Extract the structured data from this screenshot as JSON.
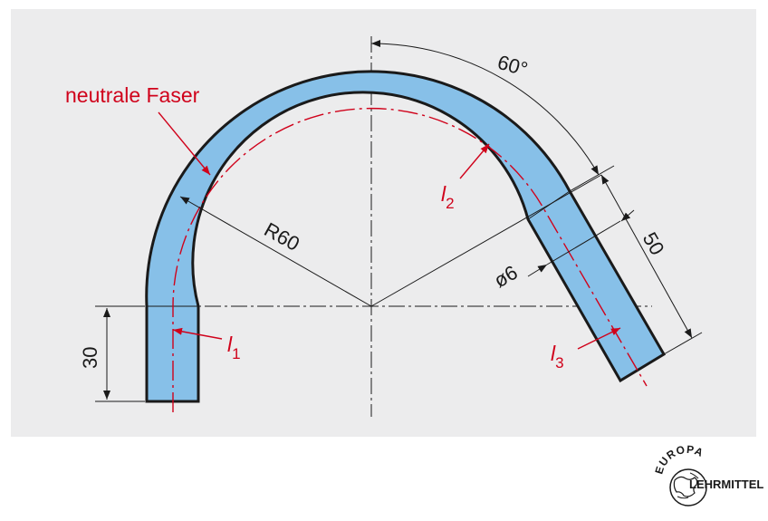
{
  "diagram": {
    "label_fiber": "neutrale Faser",
    "label_radius": "R60",
    "label_angle": "60°",
    "label_length_50": "50",
    "label_length_30": "30",
    "label_diameter": "ø6",
    "l1": {
      "letter": "l",
      "sub": "1"
    },
    "l2": {
      "letter": "l",
      "sub": "2"
    },
    "l3": {
      "letter": "l",
      "sub": "3"
    }
  },
  "logo": {
    "arc_text": "EUROPA",
    "main_text": "LEHRMITTEL"
  },
  "colors": {
    "panel": "#ececed",
    "tube_fill": "#87c0e8",
    "outline": "#1a1a1a",
    "accent_red": "#d0021b"
  }
}
